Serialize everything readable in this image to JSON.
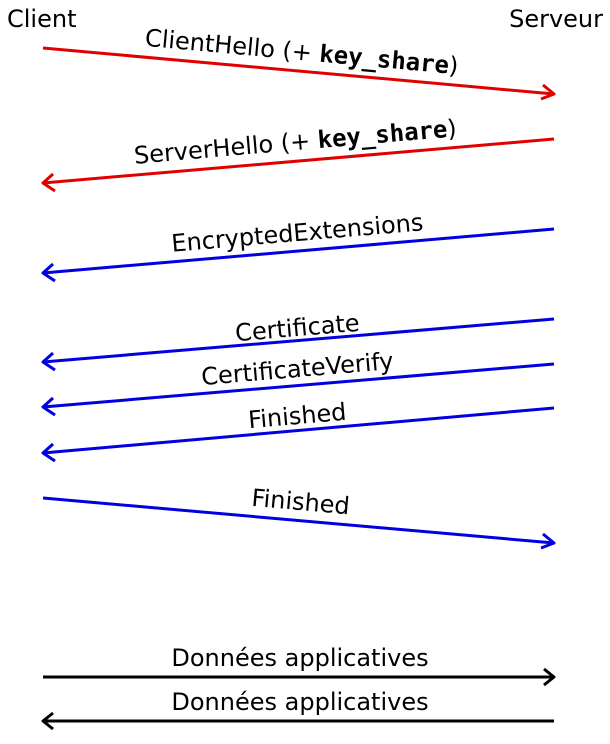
{
  "parties": {
    "client": "Client",
    "server": "Serveur"
  },
  "colors": {
    "handshake_red": "#e00000",
    "handshake_blue": "#0000e0",
    "application_black": "#000000"
  },
  "messages": [
    {
      "id": "client-hello",
      "text": "ClientHello (+ ",
      "code": "key_share",
      "suffix": ")",
      "direction": "client-to-server",
      "color": "#e00000"
    },
    {
      "id": "server-hello",
      "text": "ServerHello (+ ",
      "code": "key_share",
      "suffix": ")",
      "direction": "server-to-client",
      "color": "#e00000"
    },
    {
      "id": "encrypted-extensions",
      "text": "EncryptedExtensions",
      "direction": "server-to-client",
      "color": "#0000e0"
    },
    {
      "id": "certificate",
      "text": "Certificate",
      "direction": "server-to-client",
      "color": "#0000e0"
    },
    {
      "id": "certificate-verify",
      "text": "CertificateVerify",
      "direction": "server-to-client",
      "color": "#0000e0"
    },
    {
      "id": "server-finished",
      "text": "Finished",
      "direction": "server-to-client",
      "color": "#0000e0"
    },
    {
      "id": "client-finished",
      "text": "Finished",
      "direction": "client-to-server",
      "color": "#0000e0"
    },
    {
      "id": "app-data-client",
      "text": "Données applicatives",
      "direction": "client-to-server",
      "color": "#000000"
    },
    {
      "id": "app-data-server",
      "text": "Données applicatives",
      "direction": "server-to-client",
      "color": "#000000"
    }
  ]
}
